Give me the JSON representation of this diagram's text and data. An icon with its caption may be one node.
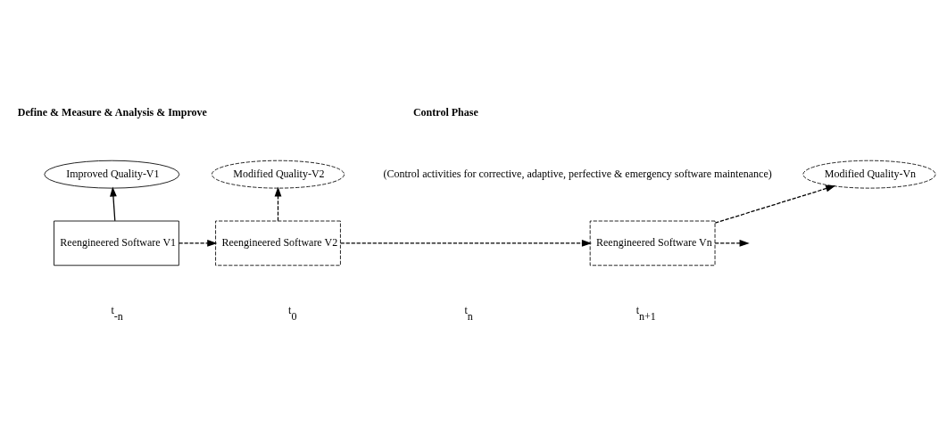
{
  "diagram": {
    "nodes": [
      {
        "text": [
          "Improved Quality-V1"
        ]
      },
      {
        "text": [
          "Modified Quality-V2"
        ]
      },
      {
        "text": [
          "Modified Quality-Vn"
        ]
      },
      {
        "text": [
          "Reengineered Software V1"
        ]
      },
      {
        "text": [
          "Reengineered Software V2"
        ]
      },
      {
        "text": [
          "Reengineered Software Vn"
        ]
      }
    ],
    "edges": [
      {
        "from": 3,
        "to": 0,
        "arrow": "to"
      },
      {
        "from": 3,
        "to": 4,
        "arrow": "to",
        "style": "dashed"
      },
      {
        "from": 4,
        "to": 1,
        "arrow": "to",
        "style": "dashed"
      },
      {
        "from": 4,
        "to": 5,
        "arrow": "to",
        "style": "dashed"
      },
      {
        "from": 5,
        "to": 2,
        "arrow": "to",
        "style": "dashed"
      },
      {
        "from": 5,
        "to": null,
        "arrow": "to",
        "style": "dashed"
      }
    ],
    "labels": [
      "Define & Measure & Analysis & Improve",
      "Control Phase",
      "(Control activities for corrective, adaptive, perfective & emergency software maintenance)",
      "t$_{-n}$",
      "t$_{0}$",
      "t$_{n}$",
      "t$_{n+1}$"
    ]
  }
}
